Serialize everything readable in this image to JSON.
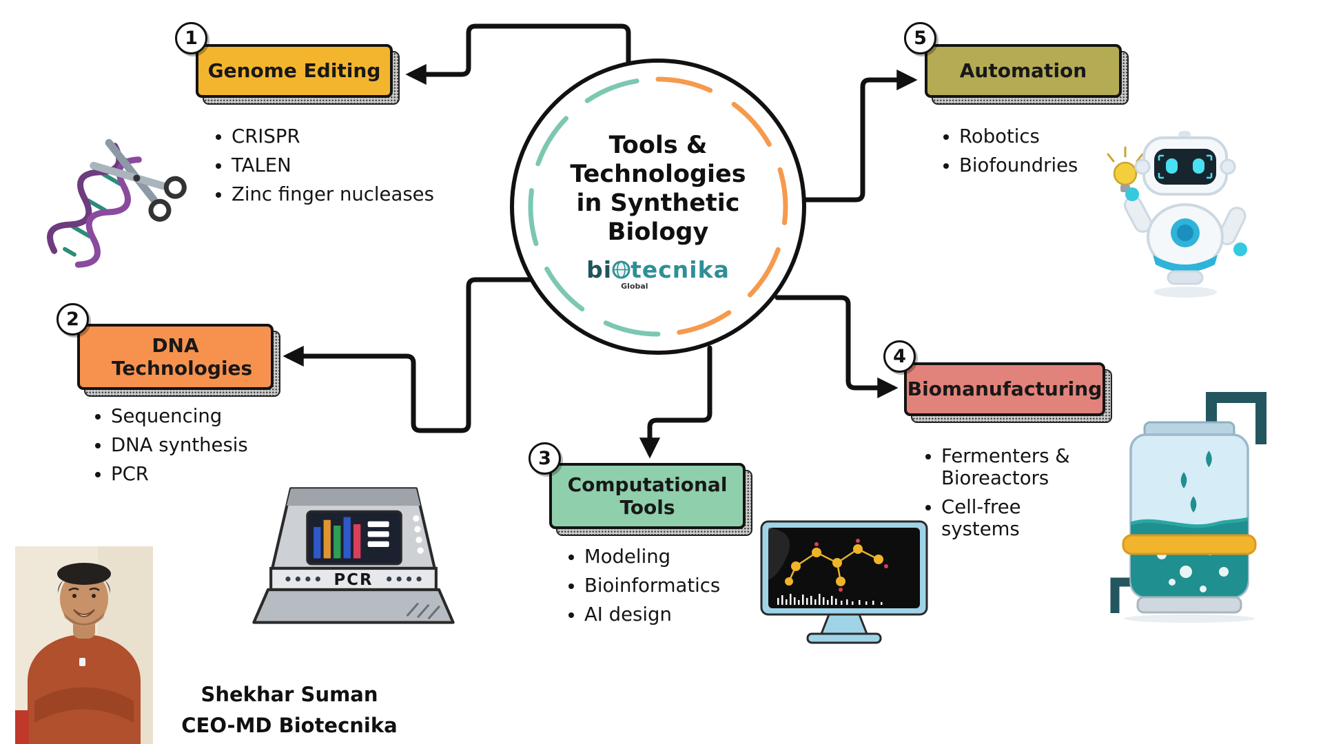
{
  "center": {
    "title": "Tools & Technologies in Synthetic Biology",
    "logo_prefix": "bi",
    "logo_suffix": "tecnika",
    "logo_sub": "Global"
  },
  "nodes": [
    {
      "number": "1",
      "title": "Genome Editing",
      "items": [
        "CRISPR",
        "TALEN",
        "Zinc finger nucleases"
      ]
    },
    {
      "number": "2",
      "title": "DNA Technologies",
      "items": [
        "Sequencing",
        "DNA synthesis",
        "PCR"
      ]
    },
    {
      "number": "3",
      "title": "Computational Tools",
      "items": [
        "Modeling",
        "Bioinformatics",
        "AI design"
      ]
    },
    {
      "number": "4",
      "title": "Biomanufacturing",
      "items": [
        "Fermenters & Bioreactors",
        "Cell-free systems"
      ]
    },
    {
      "number": "5",
      "title": "Automation",
      "items": [
        "Robotics",
        "Biofoundries"
      ]
    }
  ],
  "colors": {
    "genome_editing": "#F4B52E",
    "dna_technologies": "#F7924E",
    "computational_tools": "#8FCFAC",
    "biomanufacturing": "#E2837B",
    "automation": "#B4AB54",
    "connector": "#111111",
    "ring_teal": "#7CC7B2",
    "ring_orange": "#F59A4D"
  },
  "pcr_machine_label": "PCR",
  "credit": {
    "name": "Shekhar Suman",
    "role": "CEO-MD Biotecnika"
  }
}
